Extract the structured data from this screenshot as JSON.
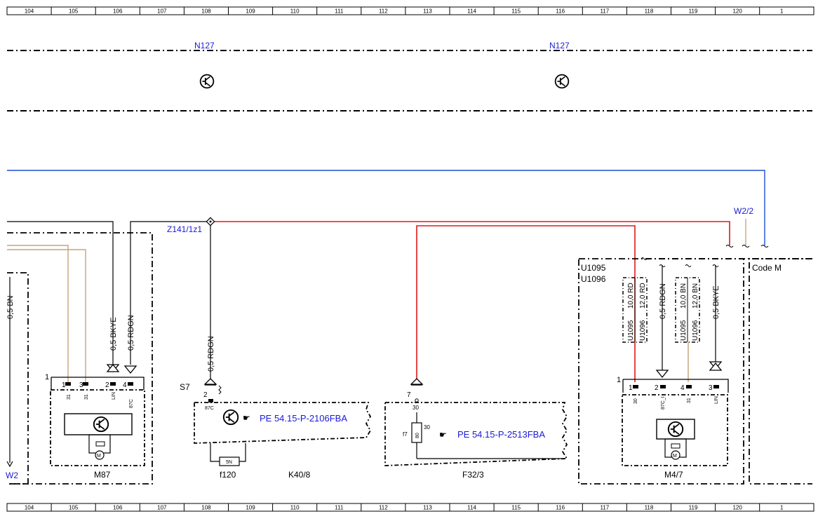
{
  "ruler": {
    "cells": [
      "104",
      "105",
      "106",
      "107",
      "108",
      "109",
      "110",
      "111",
      "112",
      "113",
      "114",
      "115",
      "116",
      "117",
      "118",
      "119",
      "120",
      "1"
    ]
  },
  "refs": {
    "n127_a": "N127",
    "n127_b": "N127",
    "z141": "Z141/1z1",
    "w2_2": "W2/2",
    "w2_left": "W2"
  },
  "components": {
    "m87": "M87",
    "f120": "f120",
    "k40_8": "K40/8",
    "f32_3": "F32/3",
    "m4_7": "M4/7",
    "s7": "S7",
    "u1095": "U1095",
    "u1096": "U1096",
    "code_m": "Code M"
  },
  "wires": {
    "left_bn": "0,5 BN",
    "m87_bkye": "0,5 BKYE",
    "m87_rdgn": "0,5 RDGN",
    "s7_rdgn": "0,5 RDGN",
    "m47_rdgn": "0,5 RDGN",
    "m47_bkye": "0,5 BKYE",
    "rd10": "10,0 RD",
    "rd12": "12,0 RD",
    "bn10": "10,0 BN",
    "bn12": "12,0 BN",
    "u1095": "U1095",
    "u1096": "U1096"
  },
  "pins": {
    "m87_block": "1",
    "m87_p1": "1",
    "m87_p3": "3",
    "m87_p2": "2",
    "m87_p4": "4",
    "m87_l1": "31",
    "m87_l3": "31",
    "m87_l2": "LIN",
    "m87_l4": "87C",
    "s7_p2": "2",
    "s7_l": "87C",
    "f32_p7": "7",
    "f32_30a": "30",
    "f32_30b": "30",
    "f32_f7": "f7",
    "f32_80": "80",
    "m47_block": "1",
    "m47_p1": "1",
    "m47_p2": "2",
    "m47_p4": "4",
    "m47_p3": "3",
    "m47_l1": "30",
    "m47_l2": "87C_I",
    "m47_l4": "31",
    "m47_l3": "LIN",
    "fuse_5n": "5N"
  },
  "links": {
    "k40_ref": "PE 54.15-P-2106FBA",
    "f32_ref": "PE 54.15-P-2513FBA"
  },
  "colors": {
    "red": "#e01818",
    "blue": "#1a4fd6",
    "brown": "#c8a47c",
    "link_blue": "#1a1ad6"
  }
}
